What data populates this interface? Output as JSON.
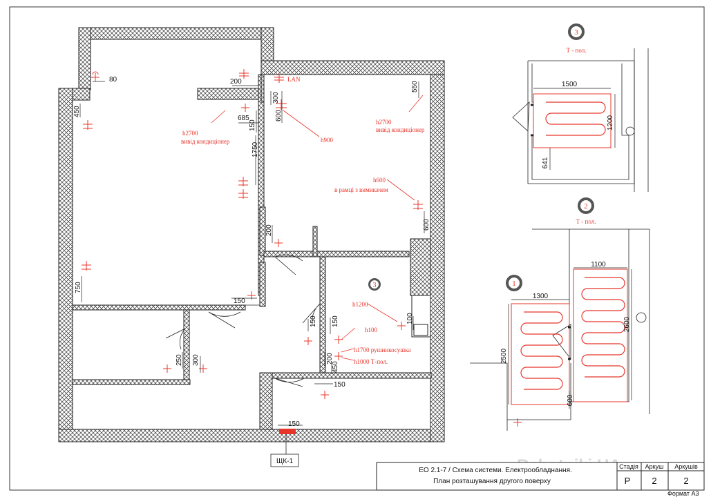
{
  "dimensions": {
    "d80": "80",
    "d200_top": "200",
    "d685": "685",
    "d150_a": "150",
    "d450": "450",
    "d1750": "1750",
    "d300_a": "300",
    "d600_a": "600",
    "d550": "550",
    "d200_mid": "200",
    "d600_b": "600",
    "d750": "750",
    "d150_b": "150",
    "d150_c": "150",
    "d150_d": "150",
    "d100": "100",
    "d250": "250",
    "d300_b": "300",
    "d200_c": "200",
    "d450_b": "450",
    "d150_e": "150",
    "d150_f": "150"
  },
  "notes": {
    "lan": "LAN",
    "ac_left_h": "h2700",
    "ac_left_t": "вивід кондиціонер",
    "h900": "h900",
    "ac_right_h": "h2700",
    "ac_right_t": "вивід кондиціонер",
    "h600": "h600",
    "frame": "в рамці з вимикачем",
    "h1200": "h1200",
    "h100": "h100",
    "h1700": "h1700 рушникосушка",
    "h1000": "h1000 Т-пол.",
    "panel": "ЩК-1"
  },
  "zones": {
    "zone3_num": "3",
    "zone3_label": "Т - пол.",
    "zone2_num": "2",
    "zone2_label": "Т - пол.",
    "zone1_num": "1",
    "zone3_plan_num": "3",
    "z3_w": "1500",
    "z3_h": "1200",
    "z3_offset": "641",
    "z2_w": "1100",
    "z2_h": "2600",
    "z1_w": "1300",
    "z1_h": "2500",
    "z1_offset": "600"
  },
  "title_block": {
    "line1": "ЕО 2.1-7 / Схема системи. Електрообладнання.",
    "line2": "План  розташування другого поверху",
    "stage_h": "Стадія",
    "sheet_h": "Аркуш",
    "sheets_h": "Аркушів",
    "stage_v": "Р",
    "sheet_v": "2",
    "sheets_v": "2",
    "format": "Формат А3"
  },
  "watermark": "Rabotniki.UA",
  "colors": {
    "accent": "#e8352b",
    "line": "#222222"
  }
}
